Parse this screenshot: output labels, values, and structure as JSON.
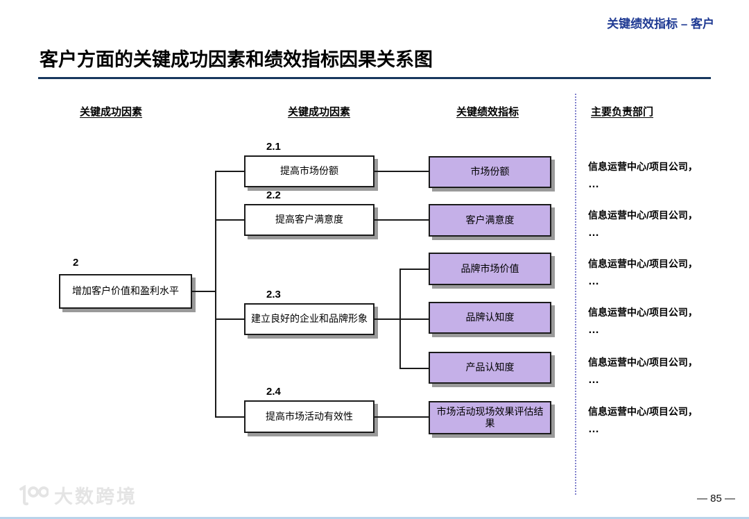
{
  "page": {
    "corner_tag": "关键绩效指标 – 客户",
    "title": "客户方面的关键成功因素和绩效指标因果关系图",
    "page_number": "— 85 —",
    "watermark": "大数跨境"
  },
  "columns": [
    {
      "label": "关键成功因素"
    },
    {
      "label": "关键成功因素"
    },
    {
      "label": "关键绩效指标"
    },
    {
      "label": "主要负责部门"
    }
  ],
  "root_factor": {
    "id": "2",
    "label": "增加客户价值和盈利水平"
  },
  "factors": [
    {
      "id": "2.1",
      "label": "提高市场份额"
    },
    {
      "id": "2.2",
      "label": "提高客户满意度"
    },
    {
      "id": "2.3",
      "label": "建立良好的企业和品牌形象"
    },
    {
      "id": "2.4",
      "label": "提高市场活动有效性"
    }
  ],
  "kpis": [
    {
      "label": "市场份额"
    },
    {
      "label": "客户满意度"
    },
    {
      "label": "品牌市场价值"
    },
    {
      "label": "品牌认知度"
    },
    {
      "label": "产品认知度"
    },
    {
      "label": "市场活动现场效果评估结果"
    }
  ],
  "departments": [
    {
      "line1": "信息运营中心/项目公司，",
      "line2": "…"
    },
    {
      "line1": "信息运营中心/项目公司，",
      "line2": "…"
    },
    {
      "line1": "信息运营中心/项目公司，",
      "line2": "…"
    },
    {
      "line1": "信息运营中心/项目公司，",
      "line2": "…"
    },
    {
      "line1": "信息运营中心/项目公司，",
      "line2": "…"
    },
    {
      "line1": "信息运营中心/项目公司，",
      "line2": "…"
    }
  ],
  "colors": {
    "kpi_fill": "#c5b0e8",
    "accent_rule": "#17375e",
    "corner_text": "#1f3a93",
    "separator_dotted": "#8080cc",
    "box_shadow": "#9a9a9a"
  }
}
